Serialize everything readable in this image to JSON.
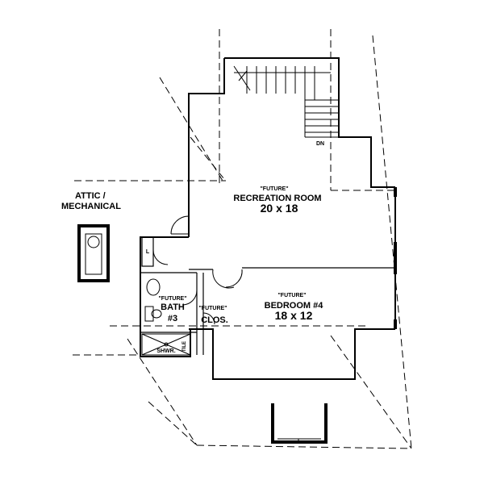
{
  "plan": {
    "attic": {
      "line1": "ATTIC /",
      "line2": "MECHANICAL"
    },
    "recreation": {
      "tag": "\"FUTURE\"",
      "name": "RECREATION ROOM",
      "size": "20 x 18"
    },
    "bedroom": {
      "tag": "\"FUTURE\"",
      "name": "BEDROOM #4",
      "size": "18 x 12"
    },
    "bath": {
      "tag": "\"FUTURE\"",
      "name": "BATH",
      "number": "#3"
    },
    "closet": {
      "tag": "\"FUTURE\"",
      "name": "CLOS."
    },
    "shower": "SHWR.",
    "linen": "L",
    "stairs_down": "DN",
    "tile_note": "TILE"
  }
}
